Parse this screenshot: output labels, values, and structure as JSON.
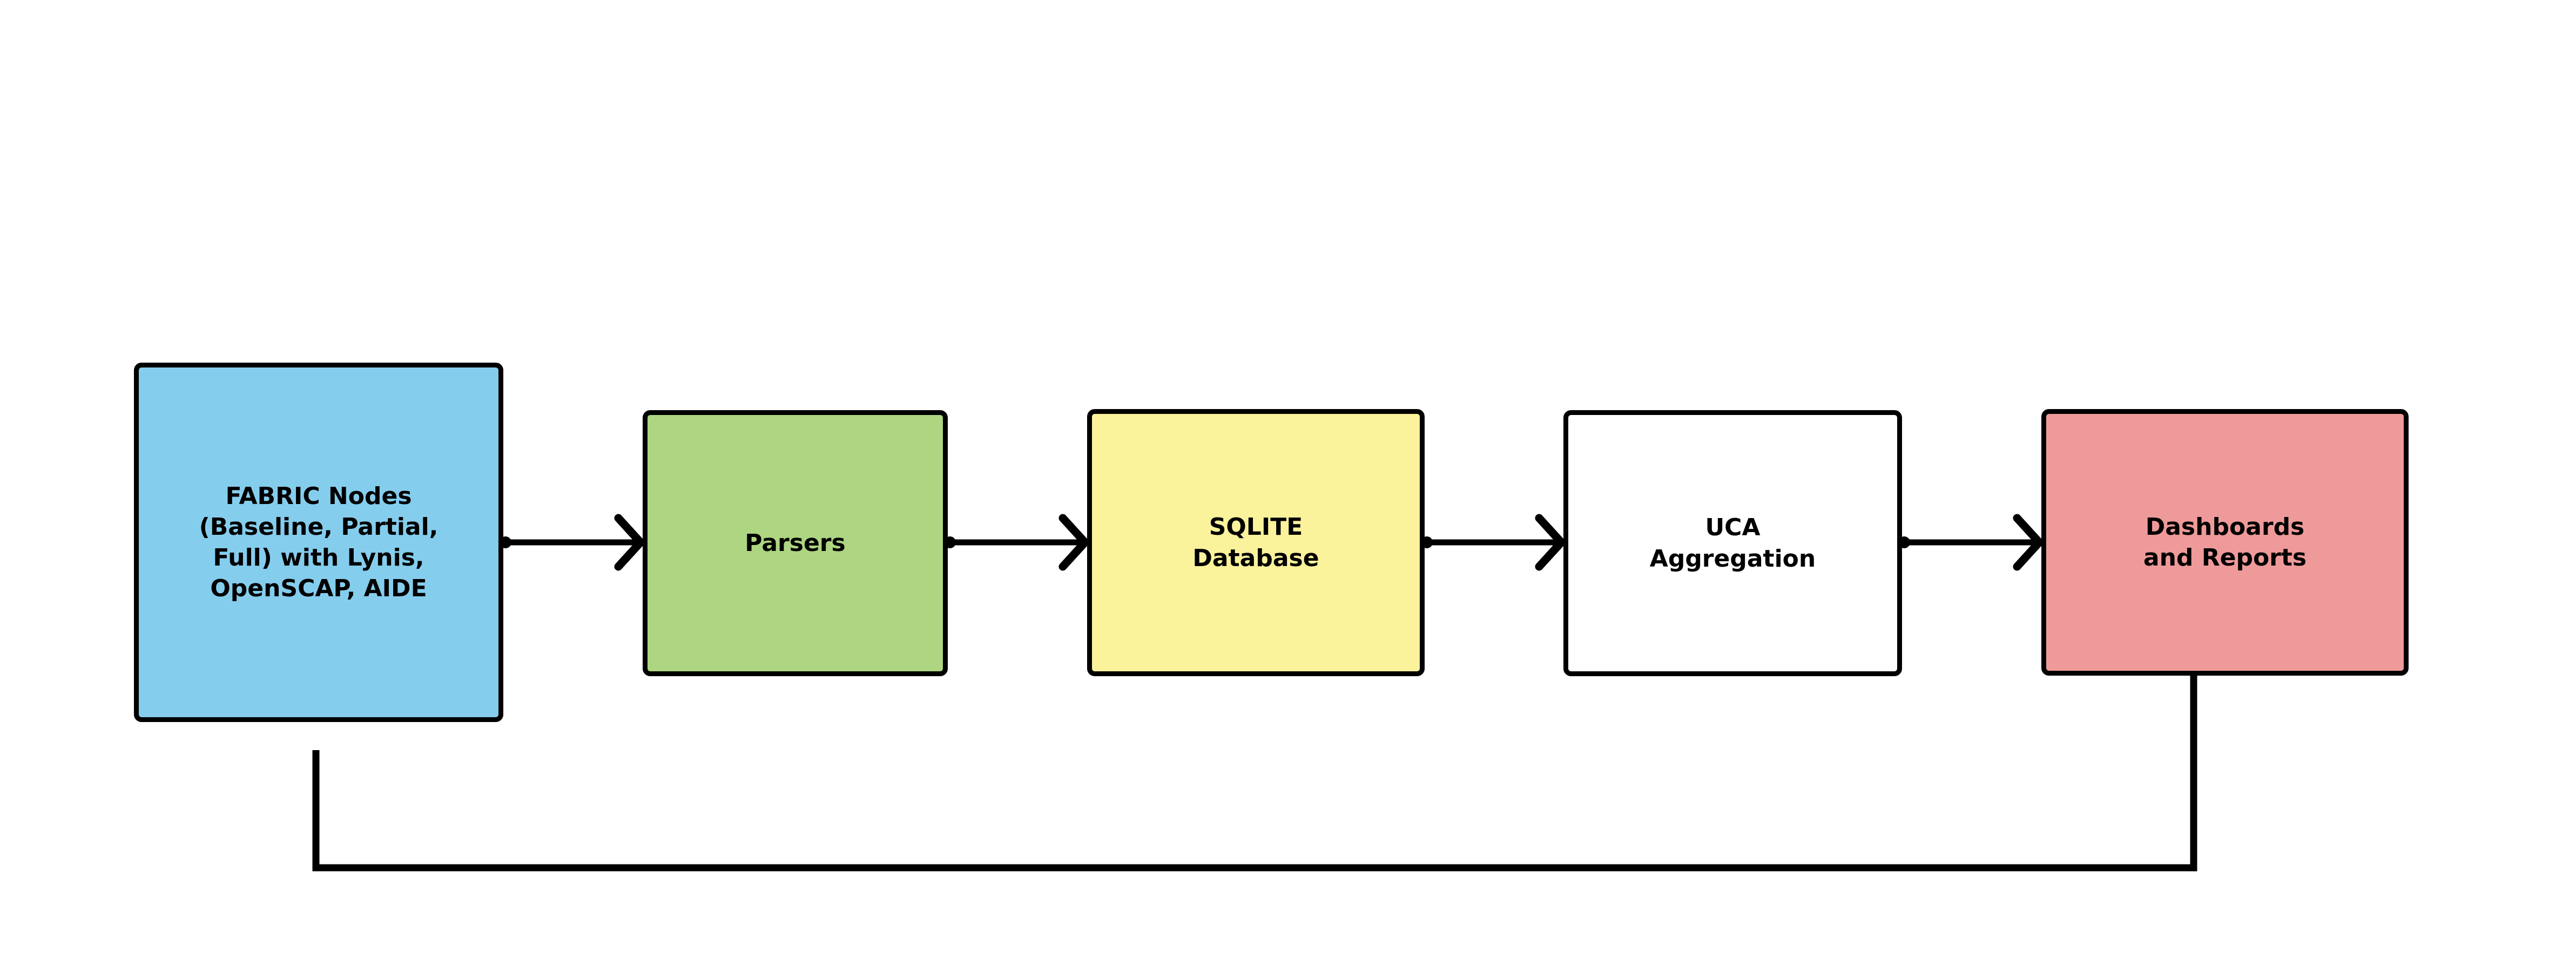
{
  "diagram": {
    "type": "flowchart",
    "orientation": "left-to-right",
    "background_color": "#ffffff",
    "edge_color": "#000000",
    "nodes": [
      {
        "id": "fabric",
        "label": "FABRIC Nodes\n(Baseline, Partial,\nFull) with Lynis,\nOpenSCAP, AIDE",
        "fill": "#85CDED",
        "stroke": "#000000"
      },
      {
        "id": "parsers",
        "label": "Parsers",
        "fill": "#AED581",
        "stroke": "#000000"
      },
      {
        "id": "sqlite",
        "label": "SQLITE\nDatabase",
        "fill": "#FBF29C",
        "stroke": "#000000"
      },
      {
        "id": "uca",
        "label": "UCA\nAggregation",
        "fill": "#FCB košer",
        "stroke": "#000000"
      },
      {
        "id": "dashboards",
        "label": "Dashboards\nand Reports",
        "fill": "#EF9A9A",
        "stroke": "#000000"
      }
    ],
    "edges": [
      {
        "id": "e1",
        "from": "fabric",
        "to": "parsers",
        "style": "arrow",
        "label": ""
      },
      {
        "id": "e2",
        "from": "parsers",
        "to": "sqlite",
        "style": "arrow",
        "label": ""
      },
      {
        "id": "e3",
        "from": "sqlite",
        "to": "uca",
        "style": "arrow",
        "label": ""
      },
      {
        "id": "e4",
        "from": "uca",
        "to": "dashboards",
        "style": "arrow",
        "label": ""
      },
      {
        "id": "e5",
        "from": "dashboards",
        "to": "fabric",
        "style": "feedback-loop",
        "label": ""
      }
    ]
  }
}
